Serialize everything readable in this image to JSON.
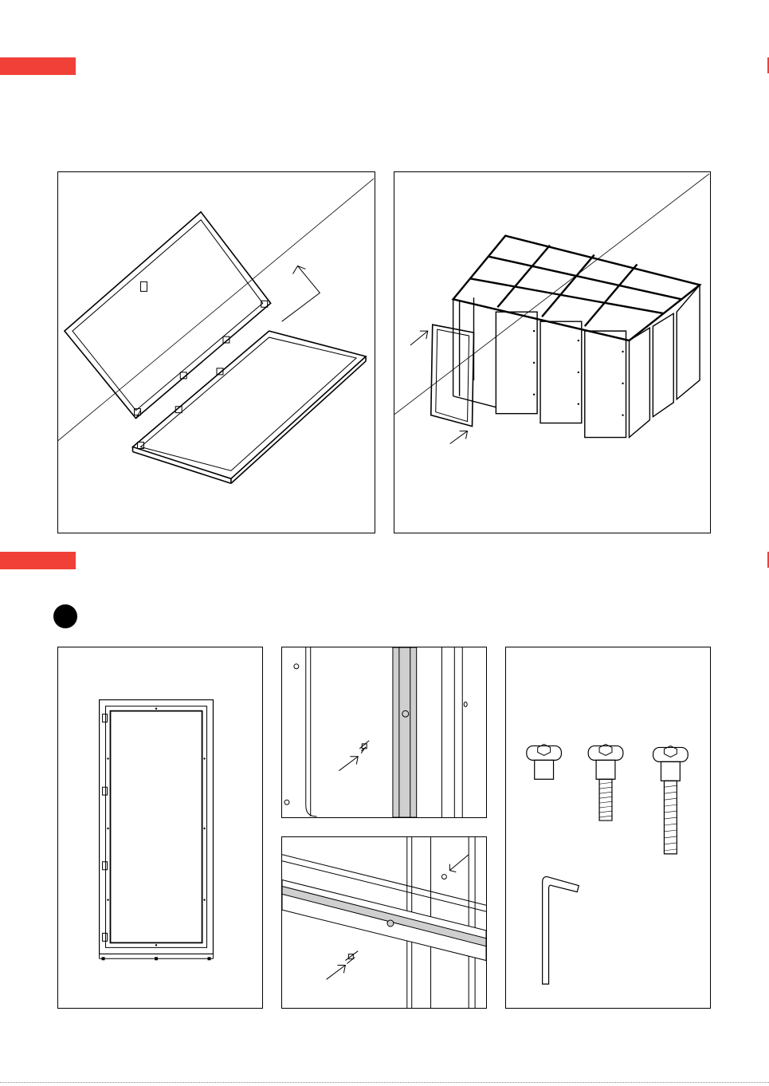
{
  "colors": {
    "accent": "#f04038",
    "line": "#000000",
    "highlight": "#cfcfcf"
  },
  "sections": [
    {
      "id": "section-1",
      "marker": "red-tab"
    },
    {
      "id": "section-2",
      "marker": "red-tab",
      "step_marker": "black-dot"
    }
  ],
  "illustrations": [
    {
      "id": "frame-fold",
      "icon": "panel-hinge-icon"
    },
    {
      "id": "booth-frame",
      "icon": "booth-frame-icon"
    },
    {
      "id": "panel-front",
      "icon": "panel-front-icon"
    },
    {
      "id": "screw-detail-vertical",
      "icon": "screw-detail-icon"
    },
    {
      "id": "screw-detail-horizontal",
      "icon": "screw-detail-icon"
    },
    {
      "id": "hardware-kit",
      "icon": "hex-bolts-and-allen-key-icon"
    }
  ]
}
